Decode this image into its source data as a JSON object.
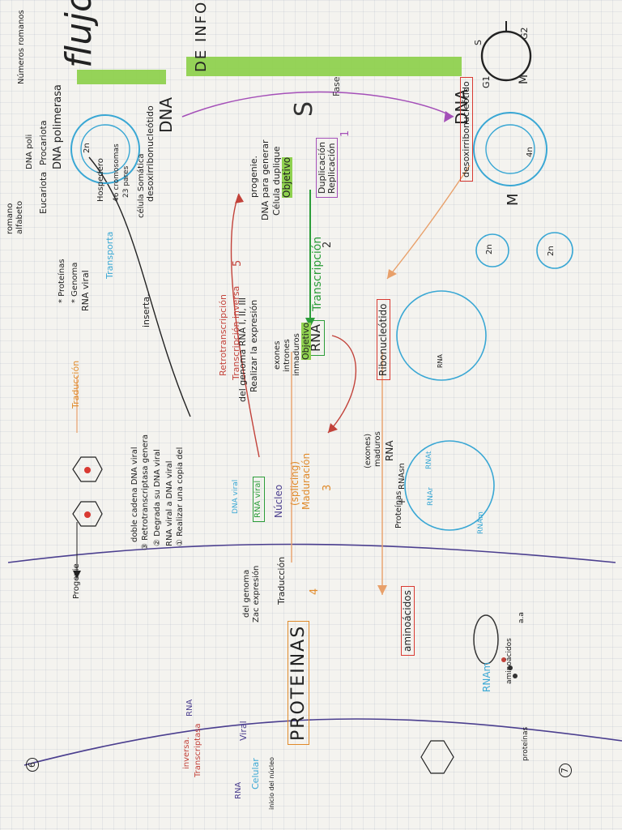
{
  "title": {
    "part1": "flujo",
    "part2": "DE INFORMACIÓN GENÉTICA"
  },
  "phase_note": "Fase",
  "phase_letter": "S",
  "cell_cycle": {
    "g2": "G2",
    "s": "S",
    "m": "M",
    "g1": "G1"
  },
  "dna_top": {
    "word": "DNA",
    "sub": "desoxirribonucleótido",
    "cell_4n": "4n",
    "split_m": "M",
    "cell_2n_a": "2n",
    "cell_2n_b": "2n"
  },
  "dna_left": {
    "word": "DNA",
    "sub": "desoxirribonucleótido",
    "sub2": "célula Somática",
    "n46": "46 cromosomas",
    "n23": "23 pares",
    "n2n": "2n"
  },
  "step1": {
    "num": "1",
    "box1": "Duplicación",
    "box2": "Replicación",
    "objetivo": "Objetivo",
    "desc1": "Célula duplique",
    "desc2": "DNA para generar",
    "desc3": "progenie."
  },
  "step2": {
    "num": "2",
    "label": "Transcripción"
  },
  "rna_mid": {
    "word": "RNA",
    "exones": "exones",
    "intrones": "intrones",
    "inmaduro": "inmaduros",
    "objetivo": "Objetivo",
    "desc1": "Realizar la expresión",
    "desc2": "del genoma RNA I, II, III"
  },
  "ribo": {
    "word": "Ribonucleótido",
    "cell_label": "RNA"
  },
  "step3": {
    "num": "3",
    "label1": "Maduración",
    "label2": "(splicing)",
    "nucleo": "Núcleo"
  },
  "rna_mature": {
    "rna": "RNA",
    "maduros": "maduros",
    "exones": "(exones)",
    "rnasn": "RNAsn",
    "plus": "+",
    "proteinas": "Proteínas",
    "rnam": "RNAm",
    "rnat": "RNAt",
    "rnar": "RNAr"
  },
  "step4": {
    "num": "4",
    "label": "Traducción",
    "desc1": "Zac expresión",
    "desc2": "del genoma"
  },
  "aminoacidos": "aminoácidos",
  "proteinas": "PROTEINAS",
  "ribo_right": {
    "aa": "a.a",
    "amino": "aminoácidos",
    "rnam": "RNAm",
    "prot": "proteínas"
  },
  "step5": {
    "num": "5",
    "label1": "Transcripción inversa",
    "label2": "Retrotranscripción"
  },
  "viral": {
    "rna_viral": "RNA viral",
    "dna_viral": "DNA viral",
    "inserta": "inserta.",
    "bullet1": "① Realizar una copia del",
    "bullet1b": "RNA viral a DNA viral",
    "bullet2": "② Degrada su DNA viral",
    "bullet3": "③ Retrotranscriptasa genera",
    "bullet3b": "doble cadena DNA viral",
    "progenie": "Progenie"
  },
  "bottom_left": {
    "hosp": "Hospedero",
    "transporta": "Transporta",
    "rna_viral": "RNA viral",
    "genoma": "* Genoma",
    "prot": "* Proteínas",
    "trad": "Traducción",
    "dnapol": "DNA polimerasa",
    "proc": "Procariota",
    "euc": "Eucariota",
    "dna_pol": "DNA poli",
    "nums": "Números romanos",
    "alph": "alfabeto",
    "roman": "romano"
  },
  "far_right": {
    "viral": "Viral",
    "rna": "RNA",
    "celular": "Celular",
    "rna2": "RNA",
    "trans": "Transcriptasa",
    "inversa": "inversa.",
    "nucleo": "inicio del núcleo"
  },
  "page_left": "6",
  "page_right": "7"
}
